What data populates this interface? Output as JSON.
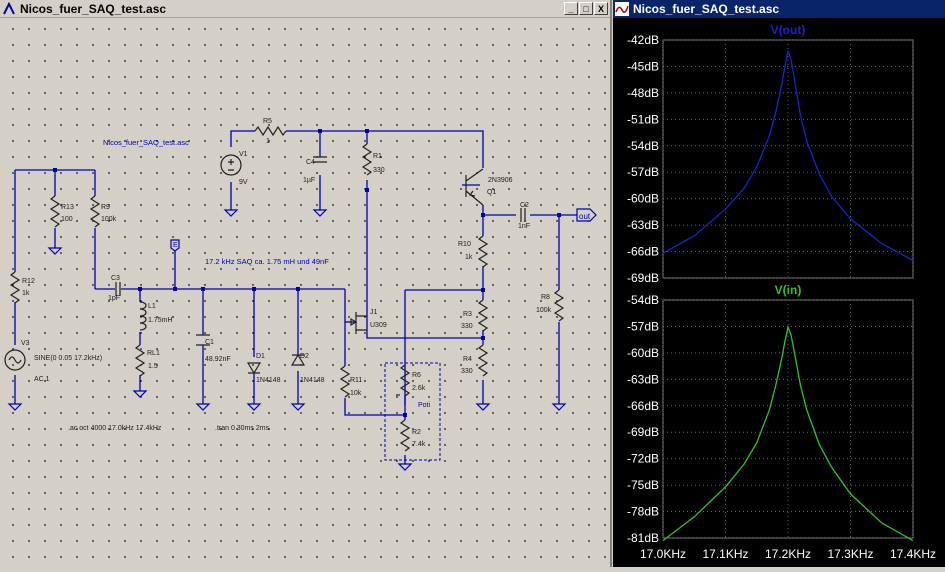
{
  "schematic_window": {
    "title": "Nicos_fuer_SAQ_test.asc",
    "buttons": {
      "minimize": "_",
      "maximize": "□",
      "close": "X"
    }
  },
  "schematic": {
    "doc_label": "Nicos_fuer_SAQ_test.asc",
    "note": "17.2 kHz SAQ  ca. 1.75 mH und 49nF",
    "ac_directive": ".ac oct 4000 17.0kHz 17.4kHz",
    "tran_directive": ".tran 0 30ms 2ms",
    "net_out": "out",
    "net_e": "E",
    "poti_label": "Poti",
    "components": {
      "R5": {
        "name": "R5",
        "value": "1"
      },
      "V1": {
        "name": "V1",
        "value": "9V"
      },
      "C4": {
        "name": "C4",
        "value": "1µF"
      },
      "R1": {
        "name": "R1",
        "value": "330"
      },
      "Q1": {
        "name": "Q1",
        "value": "2N3906"
      },
      "C2": {
        "name": "C2",
        "value": "1nF"
      },
      "R8": {
        "name": "R8",
        "value": "100k"
      },
      "R13": {
        "name": "R13",
        "value": "100"
      },
      "R9": {
        "name": "R9",
        "value": "100k"
      },
      "R12": {
        "name": "R12",
        "value": "1k"
      },
      "V3": {
        "name": "V3",
        "value": "SINE(0 0.05 17.2kHz)",
        "ac": "AC 1"
      },
      "C3": {
        "name": "C3",
        "value": "1pF"
      },
      "L1": {
        "name": "L1",
        "value": "1.75mH"
      },
      "RL1": {
        "name": "RL1",
        "value": "1.5"
      },
      "C1": {
        "name": "C1",
        "value": "48.92nF"
      },
      "D1": {
        "name": "D1",
        "value": "1N4148"
      },
      "D2": {
        "name": "D2",
        "value": "1N4148"
      },
      "J1": {
        "name": "J1",
        "value": "U309"
      },
      "R10": {
        "name": "R10",
        "value": "1k"
      },
      "R3": {
        "name": "R3",
        "value": "330"
      },
      "R4": {
        "name": "R4",
        "value": "330"
      },
      "R11": {
        "name": "R11",
        "value": "10k"
      },
      "R6": {
        "name": "R6",
        "value": "2.6k"
      },
      "R2": {
        "name": "R2",
        "value": "7.4k"
      }
    }
  },
  "plot_window": {
    "title": "Nicos_fuer_SAQ_test.asc"
  },
  "colors": {
    "wire": "#0000b0",
    "component": "#202020",
    "out_trace": "#2020c8",
    "in_trace": "#30c030",
    "grid": "#606060"
  },
  "chart_data": [
    {
      "type": "line",
      "title": "V(out)",
      "x_ticks": [
        "17.0KHz",
        "17.1KHz",
        "17.2KHz",
        "17.3KHz",
        "17.4KHz"
      ],
      "y_ticks": [
        "-42dB",
        "-45dB",
        "-48dB",
        "-51dB",
        "-54dB",
        "-57dB",
        "-60dB",
        "-63dB",
        "-66dB",
        "-69dB"
      ],
      "xlim": [
        17.0,
        17.4
      ],
      "ylim": [
        -69,
        -42
      ],
      "x_unit": "KHz",
      "y_unit": "dB",
      "series": [
        {
          "name": "V(out)",
          "x": [
            17.0,
            17.05,
            17.1,
            17.13,
            17.15,
            17.17,
            17.18,
            17.19,
            17.195,
            17.2,
            17.205,
            17.21,
            17.22,
            17.23,
            17.25,
            17.27,
            17.3,
            17.35,
            17.4
          ],
          "y": [
            -66.2,
            -64.2,
            -61.2,
            -58.8,
            -56.4,
            -52.9,
            -50.3,
            -47.0,
            -45.0,
            -43.2,
            -44.3,
            -46.4,
            -50.6,
            -53.5,
            -57.2,
            -59.8,
            -62.3,
            -65.1,
            -67.0
          ]
        }
      ]
    },
    {
      "type": "line",
      "title": "V(in)",
      "x_ticks": [
        "17.0KHz",
        "17.1KHz",
        "17.2KHz",
        "17.3KHz",
        "17.4KHz"
      ],
      "y_ticks": [
        "-54dB",
        "-57dB",
        "-60dB",
        "-63dB",
        "-66dB",
        "-69dB",
        "-72dB",
        "-75dB",
        "-78dB",
        "-81dB"
      ],
      "xlim": [
        17.0,
        17.4
      ],
      "ylim": [
        -81,
        -54
      ],
      "x_unit": "KHz",
      "y_unit": "dB",
      "series": [
        {
          "name": "V(in)",
          "x": [
            17.0,
            17.05,
            17.1,
            17.13,
            17.15,
            17.17,
            17.18,
            17.19,
            17.195,
            17.2,
            17.205,
            17.21,
            17.22,
            17.23,
            17.25,
            17.27,
            17.3,
            17.35,
            17.4
          ],
          "y": [
            -81.3,
            -78.6,
            -75.2,
            -72.6,
            -70.2,
            -66.5,
            -63.8,
            -60.6,
            -58.7,
            -57.1,
            -58.0,
            -59.9,
            -63.7,
            -66.5,
            -70.4,
            -73.0,
            -76.0,
            -79.3,
            -81.3
          ]
        }
      ]
    }
  ]
}
